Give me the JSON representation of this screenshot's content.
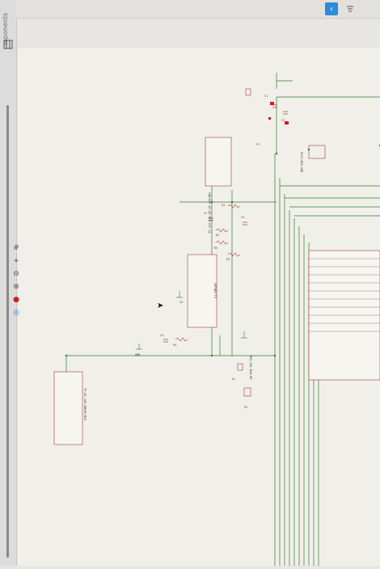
{
  "sidebar": {
    "label": "mponents"
  },
  "toolbar": {
    "collapse_icon": "chevron-icon",
    "sort_icon": "sort-icon"
  },
  "left_strip": {
    "menu_icon": "grid-icon"
  },
  "vertical_toolbar": {
    "items": [
      "hash-icon",
      "plus-icon",
      "zoom-out-icon",
      "zoom-in-icon",
      "stop-icon",
      "info-icon"
    ]
  },
  "schematic": {
    "labels": [
      "CNN-BAT-KT-06 MCU_ESP-32",
      "MCU_S8L-BLK-M3",
      "LM7805-T3",
      "UCC2-BAS-XQB",
      "TP_NT_LED_SM6TM_MCU",
      "P1",
      "P2",
      "Q1",
      "R1",
      "R2",
      "R3",
      "R4",
      "R5",
      "C1",
      "C2",
      "C3",
      "C4",
      "C5",
      "C6",
      "GND"
    ]
  }
}
